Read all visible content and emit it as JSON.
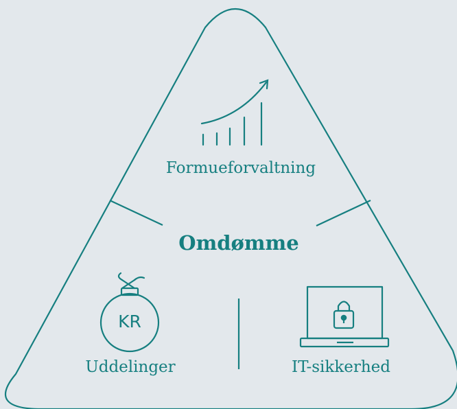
{
  "diagram": {
    "center_label": "Omdømme",
    "segments": [
      {
        "label": "Formueforvaltning",
        "icon": "growth-chart-icon"
      },
      {
        "label": "Uddelinger",
        "icon": "money-bag-icon",
        "icon_text": "KR"
      },
      {
        "label": "IT-sikkerhed",
        "icon": "locked-laptop-icon"
      }
    ]
  },
  "colors": {
    "background": "#e3e8ec",
    "accent": "#167f80"
  }
}
